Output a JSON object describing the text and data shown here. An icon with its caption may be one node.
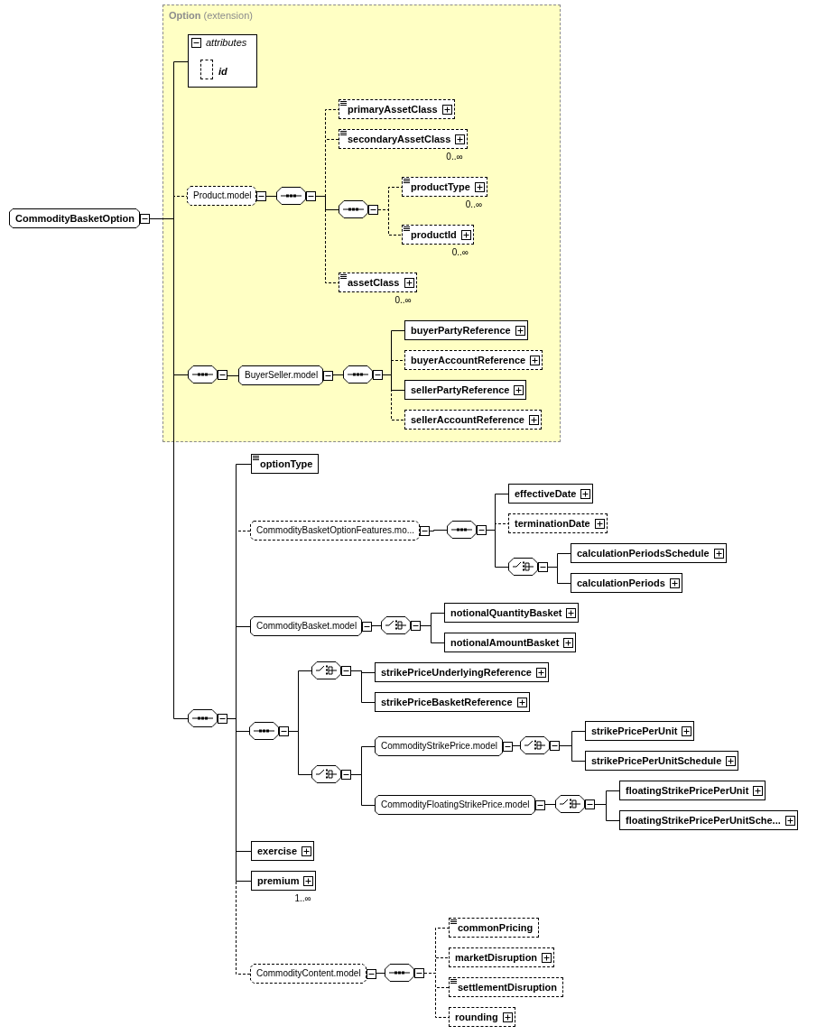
{
  "diagram": {
    "nodes": [
      {
        "text": [
          "**Option** (extension)"
        ]
      },
      {
        "text": [
          "CommodityBasketOption"
        ]
      },
      {
        "text": [
          "attributes"
        ],
        "in": 0
      },
      {
        "text": [
          "id"
        ],
        "in": 2
      },
      {
        "text": [
          "Product.model"
        ],
        "in": 0
      },
      {
        "text": [],
        "shape": "octagon",
        "in": 0
      },
      {
        "text": [
          "primaryAssetClass"
        ],
        "in": 0
      },
      {
        "text": [
          "secondaryAssetClass"
        ],
        "in": 0,
        "beside": [
          "0..∞"
        ]
      },
      {
        "text": [],
        "shape": "octagon",
        "in": 0
      },
      {
        "text": [
          "productType"
        ],
        "in": 0,
        "beside": [
          "0..∞"
        ]
      },
      {
        "text": [
          "productId"
        ],
        "in": 0,
        "beside": [
          "0..∞"
        ]
      },
      {
        "text": [
          "assetClass"
        ],
        "in": 0,
        "beside": [
          "0..∞"
        ]
      },
      {
        "text": [],
        "shape": "octagon",
        "in": 0
      },
      {
        "text": [
          "BuyerSeller.model"
        ],
        "in": 0
      },
      {
        "text": [],
        "shape": "octagon",
        "in": 0
      },
      {
        "text": [
          "buyerPartyReference"
        ],
        "in": 0
      },
      {
        "text": [
          "buyerAccountReference"
        ],
        "in": 0
      },
      {
        "text": [
          "sellerPartyReference"
        ],
        "in": 0
      },
      {
        "text": [
          "sellerAccountReference"
        ],
        "in": 0
      },
      {
        "text": [],
        "shape": "octagon"
      },
      {
        "text": [
          "optionType"
        ]
      },
      {
        "text": [
          "CommodityBasketOptionFeatures.mo..."
        ]
      },
      {
        "text": [],
        "shape": "octagon"
      },
      {
        "text": [
          "effectiveDate"
        ]
      },
      {
        "text": [
          "terminationDate"
        ]
      },
      {
        "text": [],
        "shape": "octagon"
      },
      {
        "text": [
          "calculationPeriodsSchedule"
        ]
      },
      {
        "text": [
          "calculationPeriods"
        ]
      },
      {
        "text": [
          "CommodityBasket.model"
        ]
      },
      {
        "text": [],
        "shape": "octagon"
      },
      {
        "text": [
          "notionalQuantityBasket"
        ]
      },
      {
        "text": [
          "notionalAmountBasket"
        ]
      },
      {
        "text": [],
        "shape": "octagon"
      },
      {
        "text": [],
        "shape": "octagon"
      },
      {
        "text": [
          "strikePriceUnderlyingReference"
        ]
      },
      {
        "text": [
          "strikePriceBasketReference"
        ]
      },
      {
        "text": [],
        "shape": "octagon"
      },
      {
        "text": [
          "CommodityStrikePrice.model"
        ]
      },
      {
        "text": [],
        "shape": "octagon"
      },
      {
        "text": [
          "strikePricePerUnit"
        ]
      },
      {
        "text": [
          "strikePricePerUnitSchedule"
        ]
      },
      {
        "text": [
          "CommodityFloatingStrikePrice.model"
        ]
      },
      {
        "text": [],
        "shape": "octagon"
      },
      {
        "text": [
          "floatingStrikePricePerUnit"
        ]
      },
      {
        "text": [
          "floatingStrikePricePerUnitSche..."
        ]
      },
      {
        "text": [
          "exercise"
        ]
      },
      {
        "text": [
          "premium"
        ],
        "beside": [
          "1..∞"
        ]
      },
      {
        "text": [
          "CommodityContent.model"
        ]
      },
      {
        "text": [],
        "shape": "octagon"
      },
      {
        "text": [
          "commonPricing"
        ]
      },
      {
        "text": [
          "marketDisruption"
        ]
      },
      {
        "text": [
          "settlementDisruption"
        ]
      },
      {
        "text": [
          "rounding"
        ]
      }
    ],
    "edges": [
      {
        "from": 1,
        "to": 2,
        "arrow": "none"
      },
      {
        "from": 1,
        "to": 4,
        "arrow": "none",
        "style": "dashed"
      },
      {
        "from": 1,
        "to": 12,
        "arrow": "none"
      },
      {
        "from": 1,
        "to": 19,
        "arrow": "none"
      },
      {
        "from": 4,
        "to": 5,
        "arrow": "none"
      },
      {
        "from": 5,
        "to": 6,
        "arrow": "none",
        "style": "dashed"
      },
      {
        "from": 5,
        "to": 7,
        "arrow": "none",
        "style": "dashed"
      },
      {
        "from": 5,
        "to": 8,
        "arrow": "none"
      },
      {
        "from": 8,
        "to": 9,
        "arrow": "none",
        "style": "dashed"
      },
      {
        "from": 8,
        "to": 10,
        "arrow": "none",
        "style": "dashed"
      },
      {
        "from": 5,
        "to": 11,
        "arrow": "none",
        "style": "dashed"
      },
      {
        "from": 12,
        "to": 13,
        "arrow": "none"
      },
      {
        "from": 13,
        "to": 14,
        "arrow": "none"
      },
      {
        "from": 14,
        "to": 15,
        "arrow": "none"
      },
      {
        "from": 14,
        "to": 16,
        "arrow": "none",
        "style": "dashed"
      },
      {
        "from": 14,
        "to": 17,
        "arrow": "none"
      },
      {
        "from": 14,
        "to": 18,
        "arrow": "none",
        "style": "dashed"
      },
      {
        "from": 19,
        "to": 20,
        "arrow": "none"
      },
      {
        "from": 19,
        "to": 21,
        "arrow": "none",
        "style": "dashed"
      },
      {
        "from": 21,
        "to": 22,
        "arrow": "none"
      },
      {
        "from": 22,
        "to": 23,
        "arrow": "none"
      },
      {
        "from": 22,
        "to": 24,
        "arrow": "none",
        "style": "dashed"
      },
      {
        "from": 22,
        "to": 25,
        "arrow": "none"
      },
      {
        "from": 25,
        "to": 26,
        "arrow": "none"
      },
      {
        "from": 25,
        "to": 27,
        "arrow": "none"
      },
      {
        "from": 19,
        "to": 28,
        "arrow": "none"
      },
      {
        "from": 28,
        "to": 29,
        "arrow": "none"
      },
      {
        "from": 29,
        "to": 30,
        "arrow": "none"
      },
      {
        "from": 29,
        "to": 31,
        "arrow": "none"
      },
      {
        "from": 19,
        "to": 32,
        "arrow": "none"
      },
      {
        "from": 32,
        "to": 33,
        "arrow": "none"
      },
      {
        "from": 33,
        "to": 34,
        "arrow": "none"
      },
      {
        "from": 33,
        "to": 35,
        "arrow": "none"
      },
      {
        "from": 32,
        "to": 36,
        "arrow": "none"
      },
      {
        "from": 36,
        "to": 37,
        "arrow": "none"
      },
      {
        "from": 37,
        "to": 38,
        "arrow": "none"
      },
      {
        "from": 38,
        "to": 39,
        "arrow": "none"
      },
      {
        "from": 38,
        "to": 40,
        "arrow": "none"
      },
      {
        "from": 36,
        "to": 41,
        "arrow": "none"
      },
      {
        "from": 41,
        "to": 42,
        "arrow": "none"
      },
      {
        "from": 42,
        "to": 43,
        "arrow": "none"
      },
      {
        "from": 42,
        "to": 44,
        "arrow": "none"
      },
      {
        "from": 19,
        "to": 45,
        "arrow": "none"
      },
      {
        "from": 19,
        "to": 46,
        "arrow": "none"
      },
      {
        "from": 19,
        "to": 47,
        "arrow": "none",
        "style": "dashed"
      },
      {
        "from": 47,
        "to": 48,
        "arrow": "none"
      },
      {
        "from": 48,
        "to": 49,
        "arrow": "none",
        "style": "dashed"
      },
      {
        "from": 48,
        "to": 50,
        "arrow": "none",
        "style": "dashed"
      },
      {
        "from": 48,
        "to": 51,
        "arrow": "none",
        "style": "dashed"
      },
      {
        "from": 48,
        "to": 52,
        "arrow": "none",
        "style": "dashed"
      }
    ]
  }
}
